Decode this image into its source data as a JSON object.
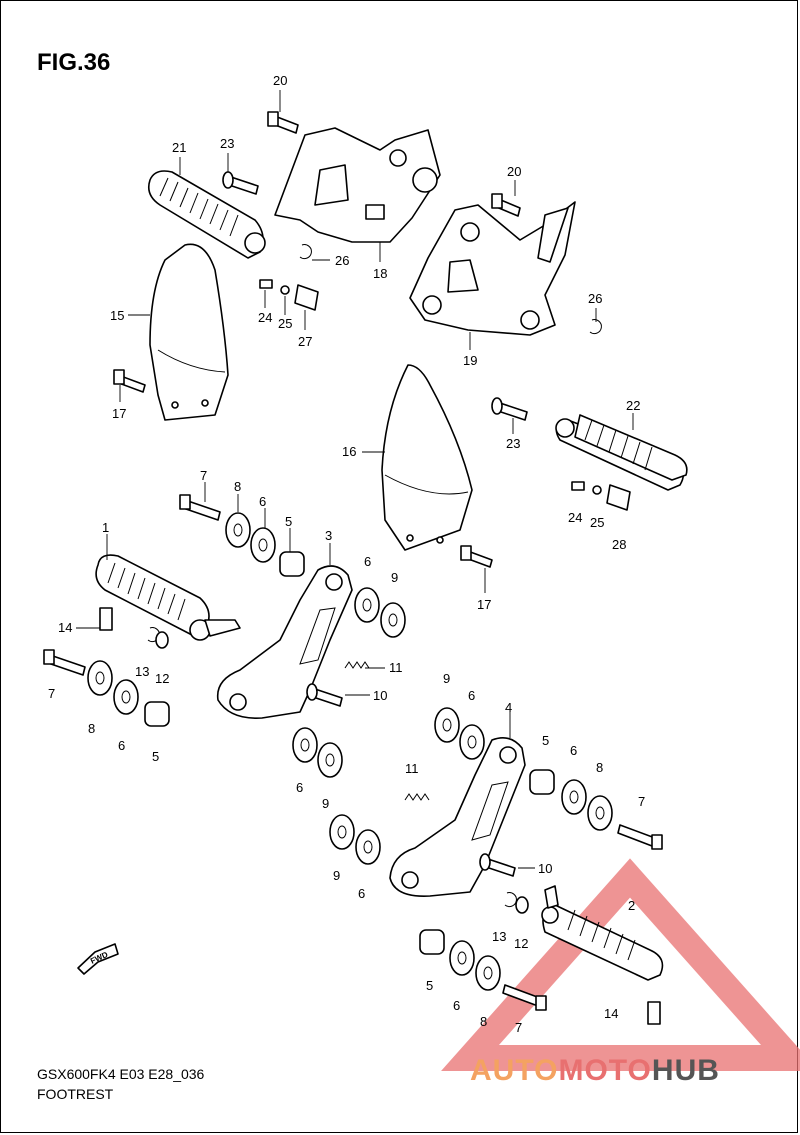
{
  "figure_title": "FIG.36",
  "model_code": "GSX600FK4 E03 E28_036",
  "caption": "FOOTREST",
  "fwd_label": "FWD",
  "watermark": {
    "part1": "AUTO",
    "part2": "MOTO",
    "part3": "HUB",
    "color_orange": "#f4a261",
    "color_red": "#e87070",
    "color_gray": "#555555"
  },
  "callouts": [
    "20",
    "21",
    "23",
    "26",
    "18",
    "24",
    "25",
    "27",
    "15",
    "17",
    "20",
    "19",
    "26",
    "22",
    "23",
    "24",
    "25",
    "28",
    "16",
    "17",
    "7",
    "8",
    "6",
    "5",
    "3",
    "1",
    "6",
    "9",
    "14",
    "13",
    "12",
    "11",
    "7",
    "10",
    "8",
    "6",
    "5",
    "9",
    "6",
    "4",
    "5",
    "6",
    "8",
    "7",
    "11",
    "6",
    "9",
    "10",
    "9",
    "6",
    "13",
    "12",
    "2",
    "5",
    "6",
    "8",
    "7",
    "14"
  ]
}
